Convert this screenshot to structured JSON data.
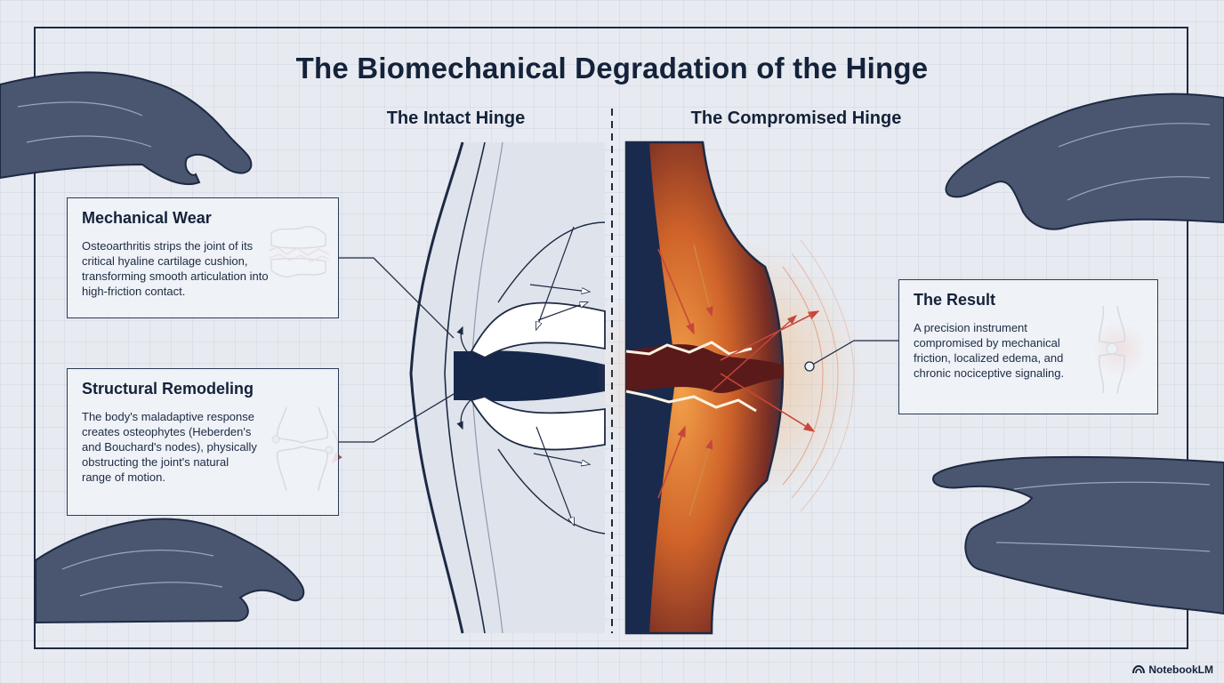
{
  "title": "The Biomechanical Degradation of the Hinge",
  "panels": {
    "left_label": "The Intact Hinge",
    "right_label": "The Compromised Hinge"
  },
  "cards": {
    "mechanical_wear": {
      "heading": "Mechanical Wear",
      "body": "Osteoarthritis strips the joint of its critical hyaline cartilage cushion, transforming smooth articulation into high-friction contact."
    },
    "structural_remodeling": {
      "heading": "Structural Remodeling",
      "body": "The body's maladaptive response creates osteophytes (Heberden's and Bouchard's nodes), physically obstructing the joint's natural range of motion."
    },
    "result": {
      "heading": "The Result",
      "body": "A precision instrument compromised by mechanical friction, localized edema, and chronic nociceptive signaling."
    }
  },
  "brand": "NotebookLM",
  "icons": [
    "hand-illustration",
    "cartilage-wear-icon",
    "osteophyte-joint-icon",
    "inflamed-joint-icon",
    "notebooklm-logo-icon"
  ],
  "colors": {
    "navy": "#14223a",
    "background": "#e7eaf0",
    "inflammation": "#e0702a",
    "friction_arrow": "#c8463a"
  }
}
